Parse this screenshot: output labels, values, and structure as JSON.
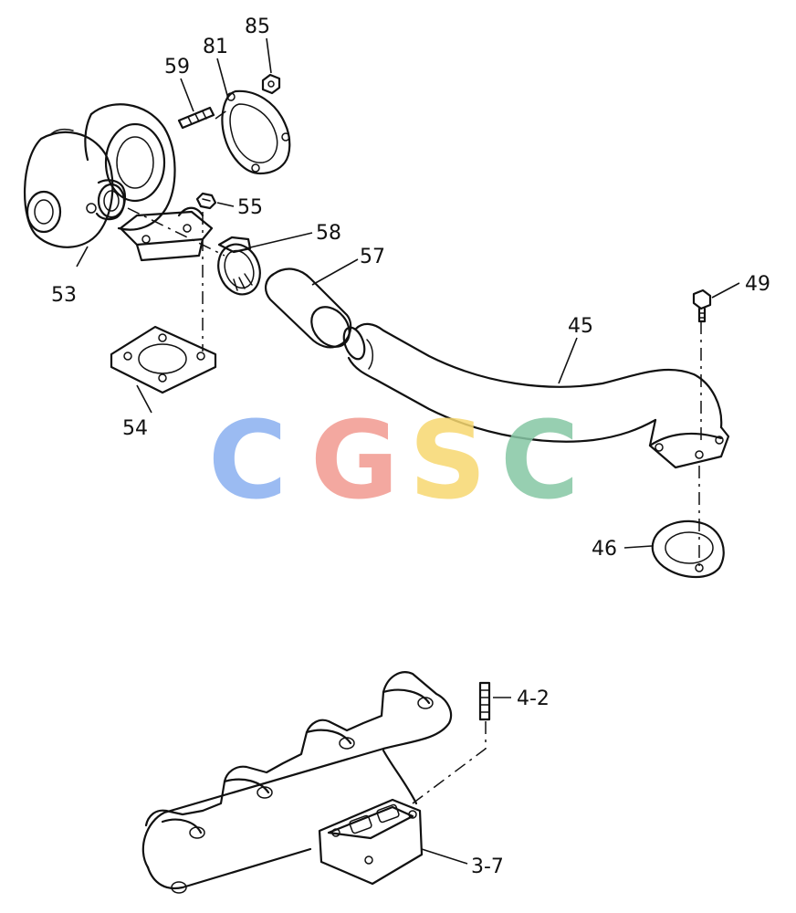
{
  "callouts": {
    "c85": "85",
    "c81": "81",
    "c59": "59",
    "c55": "55",
    "c58": "58",
    "c57": "57",
    "c53": "53",
    "c49": "49",
    "c45": "45",
    "c54": "54",
    "c46": "46",
    "c4_2": "4-2",
    "c3_7": "3-7"
  },
  "watermark": {
    "letters": [
      "C",
      "G",
      "S",
      "C"
    ],
    "colors": [
      "#8ab0f0",
      "#f29a90",
      "#f7d870",
      "#86c7a4"
    ]
  }
}
